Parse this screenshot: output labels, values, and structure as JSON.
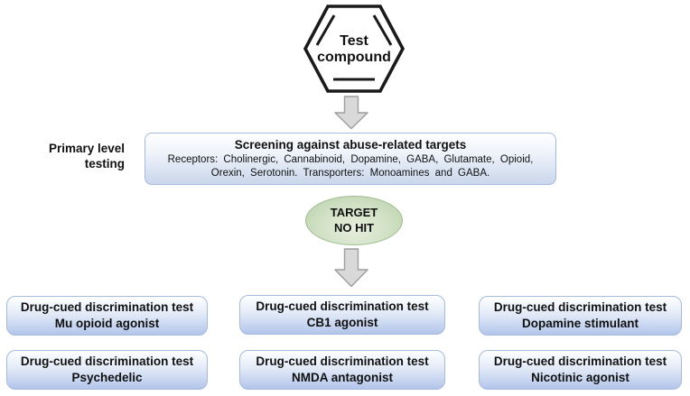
{
  "diagram": {
    "hexagon": {
      "line1": "Test",
      "line2": "compound"
    },
    "primary_label": {
      "line1": "Primary level",
      "line2": "testing"
    },
    "screening_box": {
      "title": "Screening against abuse-related targets",
      "body_line1": "Receptors: Cholinergic, Cannabinoid, Dopamine, GABA, Glutamate, Opioid,",
      "body_line2": "Orexin, Serotonin. Transporters: Monoamines and GABA."
    },
    "target_ellipse": {
      "line1": "TARGET",
      "line2": "NO HIT"
    },
    "tests": [
      {
        "line1": "Drug-cued discrimination test",
        "line2": "Mu opioid agonist"
      },
      {
        "line1": "Drug-cued discrimination test",
        "line2": "CB1 agonist"
      },
      {
        "line1": "Drug-cued discrimination test",
        "line2": "Dopamine stimulant"
      },
      {
        "line1": "Drug-cued discrimination test",
        "line2": "Psychedelic"
      },
      {
        "line1": "Drug-cued discrimination test",
        "line2": "NMDA antagonist"
      },
      {
        "line1": "Drug-cued discrimination test",
        "line2": "Nicotinic agonist"
      }
    ],
    "colors": {
      "box_blue_bottom": "#b2c5ea",
      "box_border": "#a6bade",
      "screening_bottom": "#c9d6eb",
      "ellipse_green": "#cfe0c3",
      "ellipse_border": "#9fbd90",
      "arrow_fill": "#d9d9d9",
      "arrow_border": "#9e9e9e"
    }
  }
}
